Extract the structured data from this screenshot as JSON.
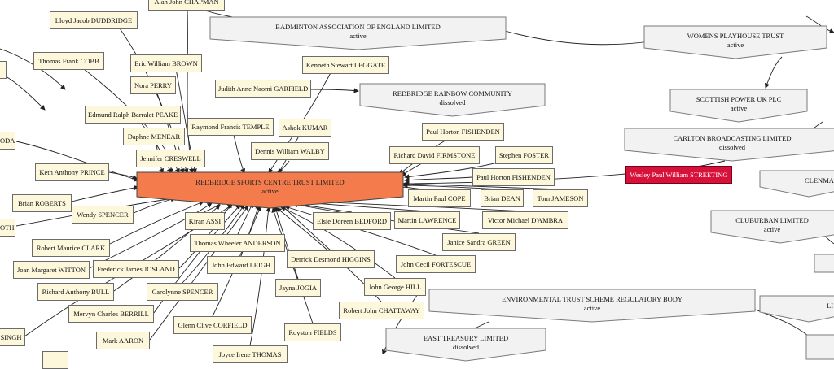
{
  "center": {
    "name": "REDBRIDGE SPORTS CENTRE TRUST LIMITED",
    "status": "active",
    "fill": "#f47c4c"
  },
  "colors": {
    "person_fill": "#fdf7dc",
    "org_fill": "#f2f2f2",
    "highlight": "#d6123a",
    "edge": "#222222"
  },
  "persons": [
    "Alan John CHAPMAN",
    "Lloyd Jacob DUDDRIDGE",
    "Thomas Frank COBB",
    "Eric William BROWN",
    "Nora PERRY",
    "Kenneth Stewart LEGGATE",
    "Judith Anne Naomi GARFIELD",
    "Edmund Ralph Barralet PEAKE",
    "Raymond Francis TEMPLE",
    "Ashok KUMAR",
    "Daphne MENEAR",
    "ODA",
    "Paul Horton FISHENDEN",
    "Richard David FIRMSTONE",
    "Dennis William WALBY",
    "Stephen FOSTER",
    "Jennifer CRESWELL",
    "Keth Anthony PRINCE",
    "Paul Horton FISHENDEN",
    "Wesley Paul William STREETING",
    "Brian ROBERTS",
    "Martin Paul COPE",
    "Brian DEAN",
    "Tom JAMESON",
    "Wendy SPENCER",
    "OTH",
    "Kiran ASSI",
    "Elsie Doreen BEDFORD",
    "Martin LAWRENCE",
    "Victor Michael D'AMBRA",
    "Robert Maurice CLARK",
    "Thomas Wheeler ANDERSON",
    "Janice Sandra GREEN",
    "Joan Margaret WITTON",
    "Frederick James JOSLAND",
    "John Edward LEIGH",
    "Derrick Desmond HIGGINS",
    "John Cecil FORTESCUE",
    "Richard Anthony BULL",
    "Carolynne SPENCER",
    "Jayna JOGIA",
    "John George HILL",
    "Mervyn Charles BERRILL",
    "Robert John CHATTAWAY",
    "Glenn Clive CORFIELD",
    "Royston FIELDS",
    "SINGH",
    "Mark AARON",
    "Joyce Irene THOMAS"
  ],
  "orgs": [
    {
      "name": "BADMINTON ASSOCIATION OF ENGLAND LIMITED",
      "status": "active"
    },
    {
      "name": "WOMENS PLAYHOUSE TRUST",
      "status": "active"
    },
    {
      "name": "REDBRIDGE RAINBOW COMMUNITY",
      "status": "dissolved"
    },
    {
      "name": "SCOTTISH POWER UK PLC",
      "status": "active"
    },
    {
      "name": "CARLTON BROADCASTING LIMITED",
      "status": "dissolved"
    },
    {
      "name": "CLENMA",
      "status": ""
    },
    {
      "name": "CLUBURBAN LIMITED",
      "status": "active"
    },
    {
      "name": "ENVIRONMENTAL TRUST SCHEME REGULATORY BODY",
      "status": "active"
    },
    {
      "name": "EAST TREASURY LIMITED",
      "status": "dissolved"
    },
    {
      "name": "LI",
      "status": ""
    }
  ]
}
